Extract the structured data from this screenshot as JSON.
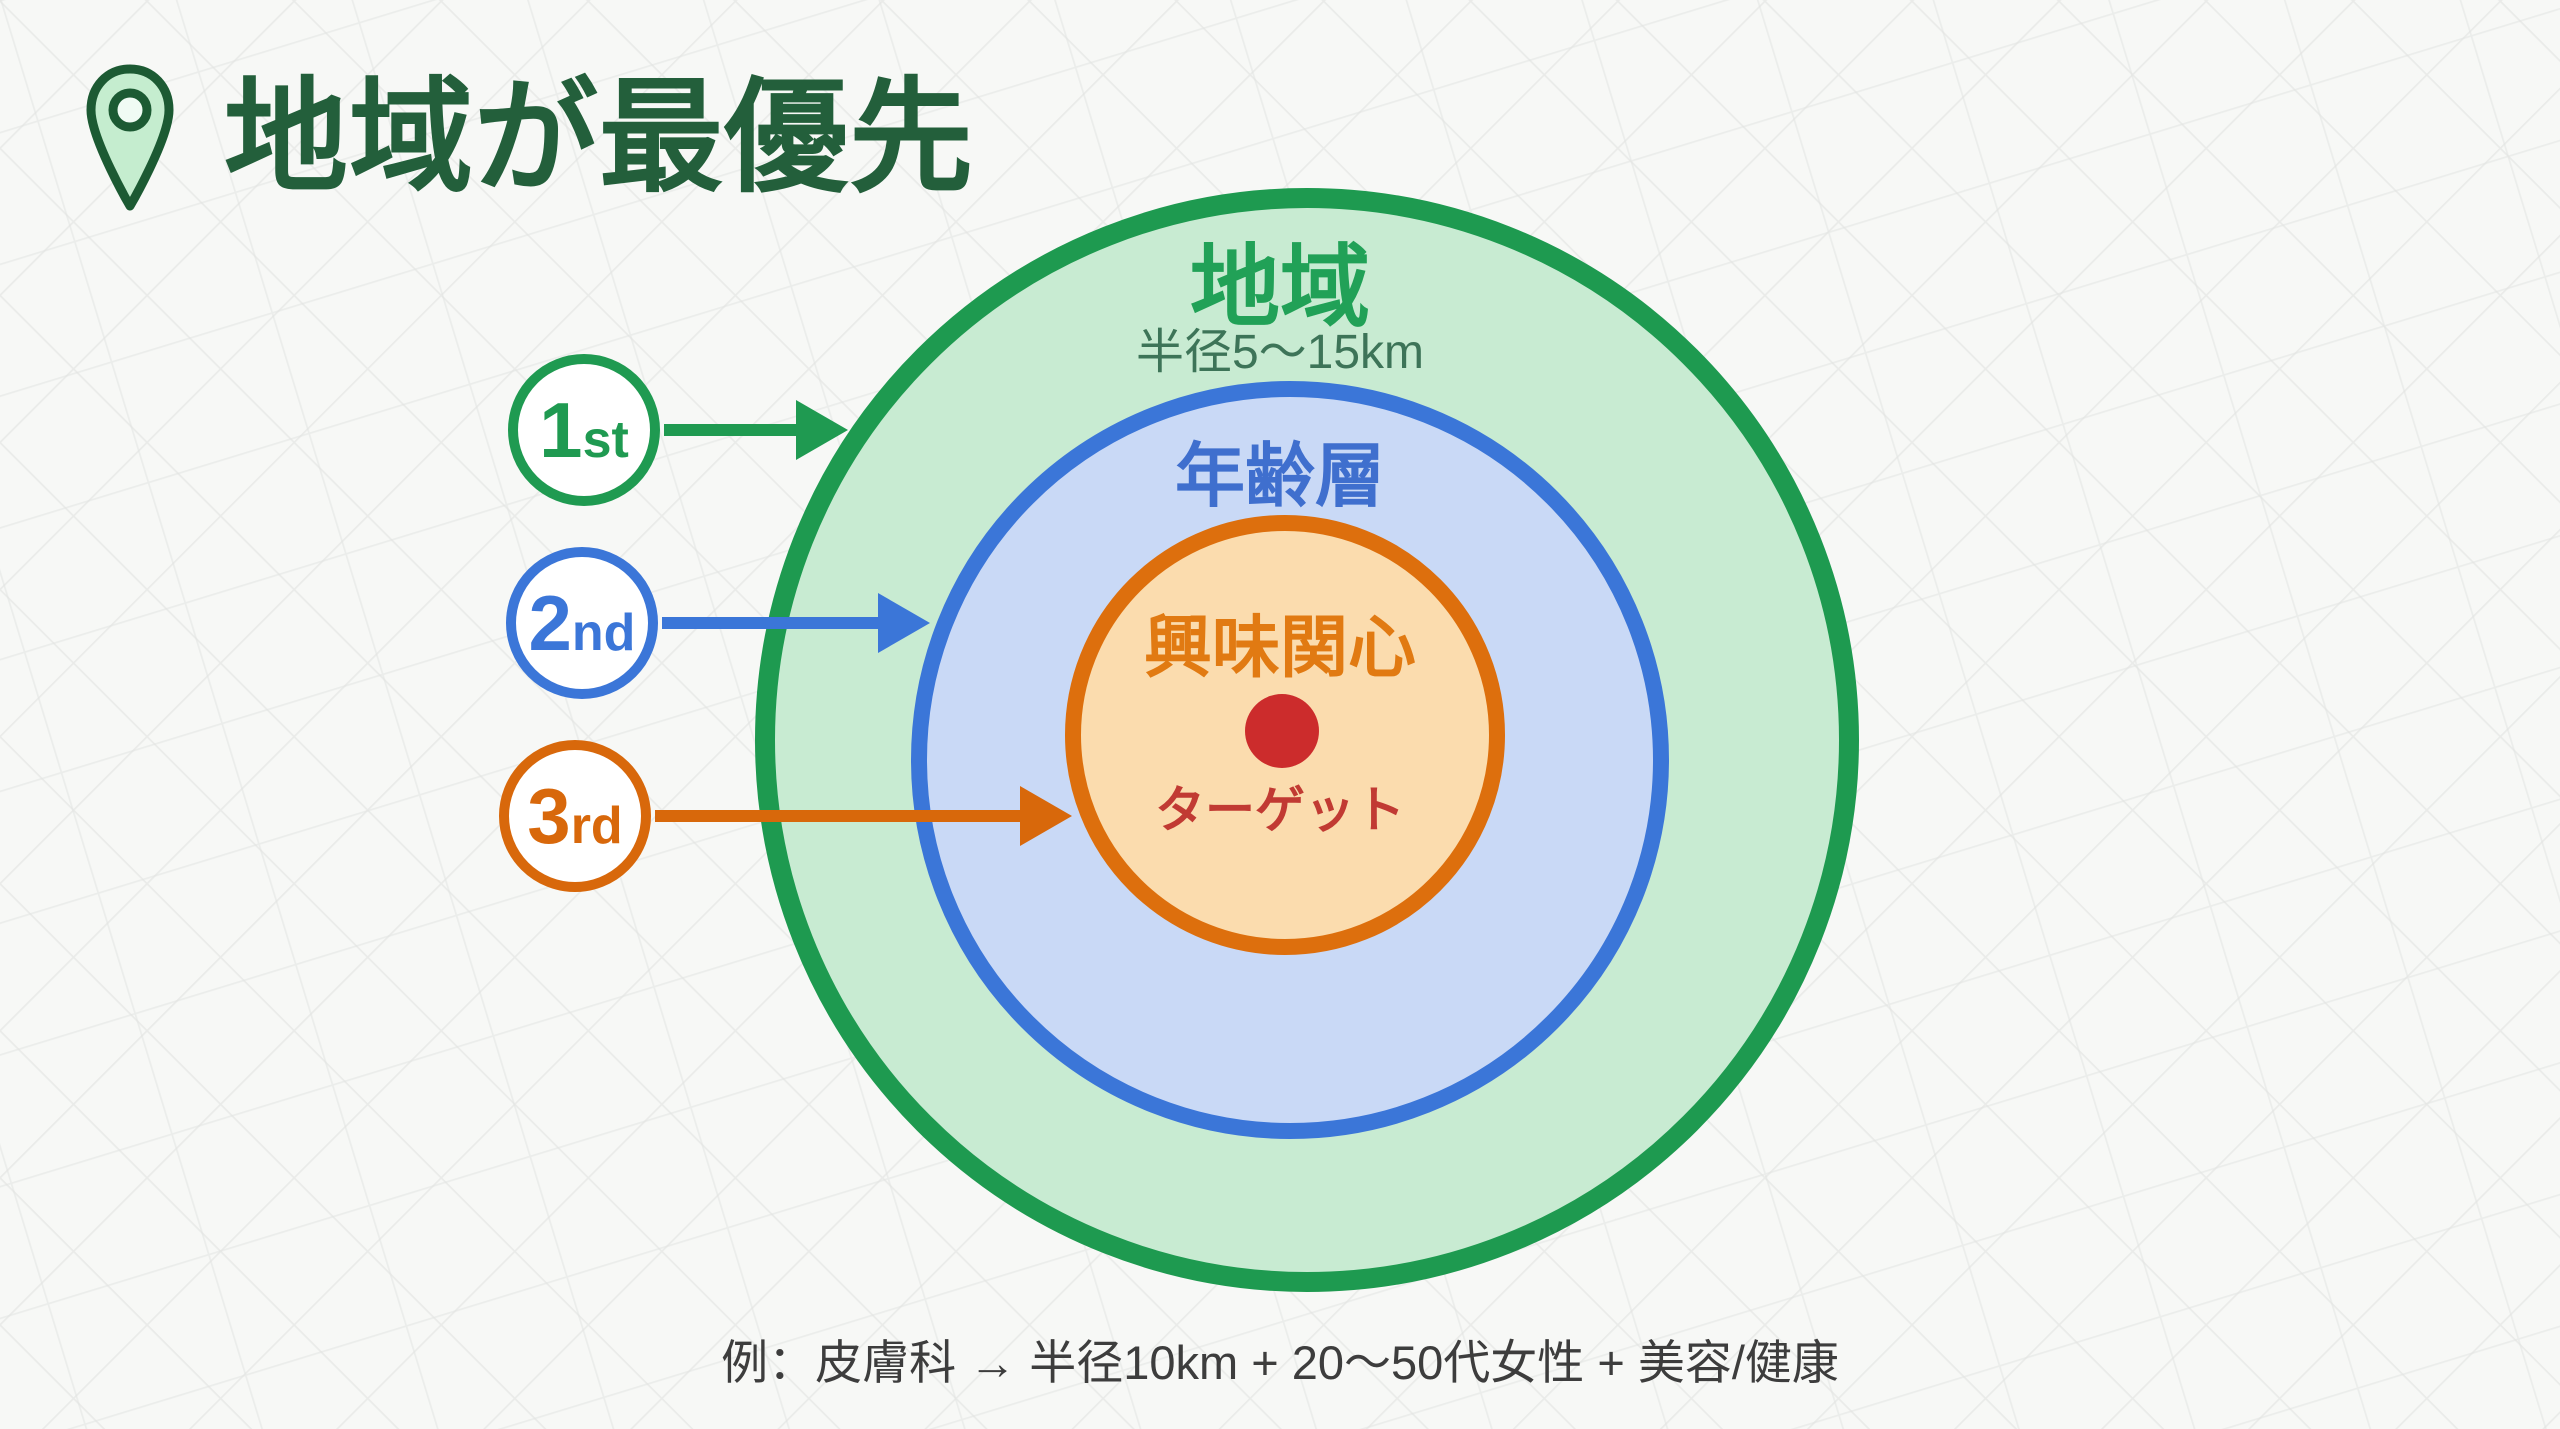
{
  "header": {
    "title": "地域が最優先",
    "icon": "location-pin-icon"
  },
  "diagram": {
    "outer_ring": {
      "label": "地域",
      "sublabel": "半径5〜15km",
      "priority": "1st"
    },
    "middle_ring": {
      "label": "年齢層",
      "priority": "2nd"
    },
    "inner_ring": {
      "label": "興味関心",
      "priority": "3rd"
    },
    "target": {
      "label": "ターゲット"
    },
    "priorities": {
      "first": "1st",
      "second": "2nd",
      "third": "3rd"
    }
  },
  "footer": {
    "example": "例：皮膚科 → 半径10km + 20〜50代女性 + 美容/健康"
  },
  "colors": {
    "region_green": "#1e9a50",
    "region_fill": "#c8ebd2",
    "region_label": "#21a157",
    "age_blue": "#3b76d8",
    "age_fill": "#c9d9f6",
    "interest_orange": "#dd6f0d",
    "interest_fill": "#fbdcae",
    "target_red": "#cc2c2c",
    "title_green": "#235f3b",
    "footer_text": "#3d3d3d"
  }
}
